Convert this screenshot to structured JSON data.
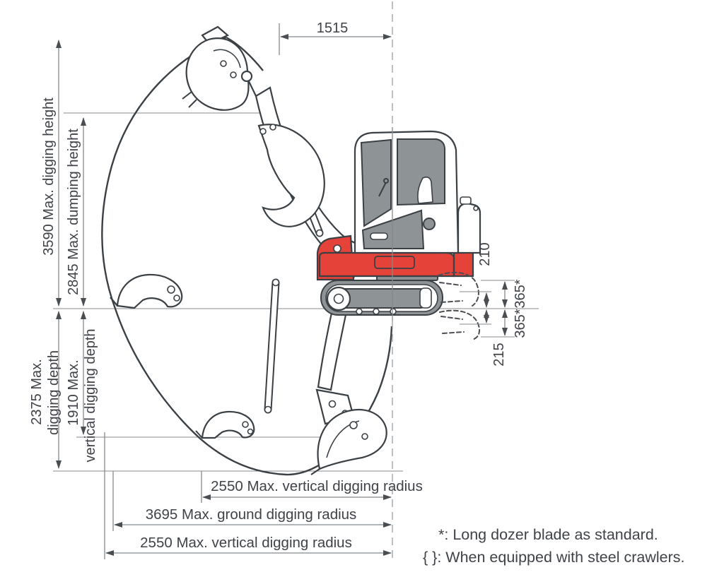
{
  "dimensions": {
    "width_1515": "1515",
    "max_digging_height": "3590 Max. digging height",
    "max_dumping_height": "2845 Max. dumping height",
    "max_digging_depth_line1": "2375 Max.",
    "max_digging_depth_line2": "digging depth",
    "max_vertical_digging_depth_line1": "1910 Max.",
    "max_vertical_digging_depth_line2": "vertical digging depth",
    "blade_above_frame": "210",
    "blade_lift_above_ground": "365*",
    "blade_drop_below_ground": "365*",
    "blade_below_frame": "215",
    "max_vertical_digging_radius_top": "2550 Max. vertical digging radius",
    "max_ground_digging_radius": "3695 Max. ground digging radius",
    "max_vertical_digging_radius_bottom": "2550 Max. vertical digging radius"
  },
  "notes": {
    "asterisk": "*: Long dozer blade as standard.",
    "braces": "{ }: When equipped with steel crawlers."
  },
  "colors": {
    "machine_red": "#e5423a",
    "machine_gray": "#8e9396",
    "outline": "#3b4045",
    "dimension_line": "#85898c"
  }
}
